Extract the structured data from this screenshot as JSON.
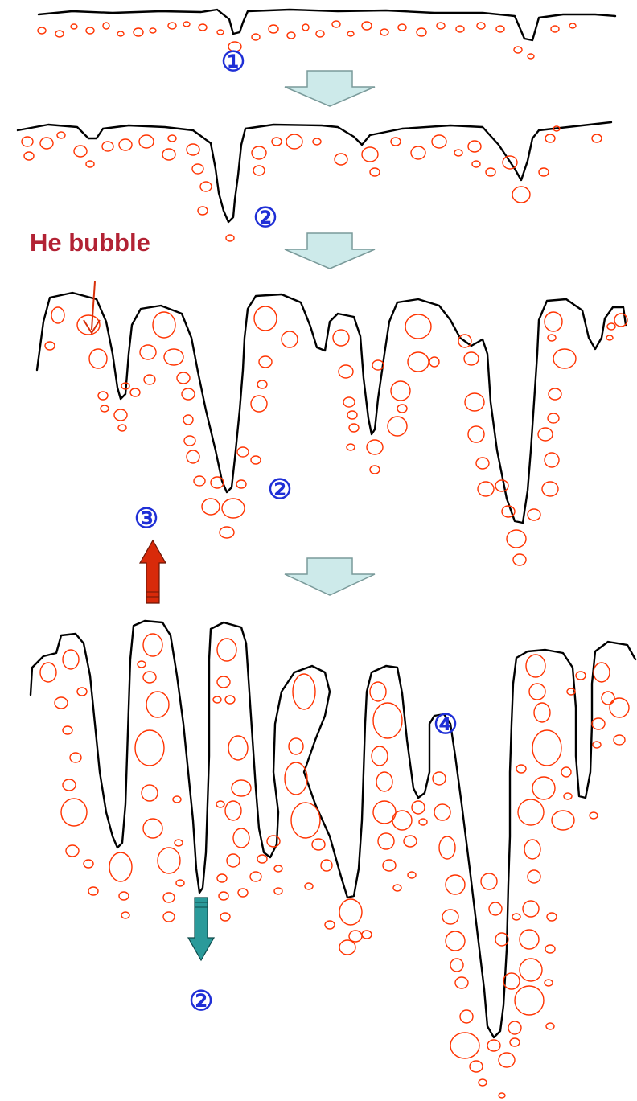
{
  "colors": {
    "surface": "#000000",
    "bubble": "#ff3300",
    "marker": "#1f2fd6",
    "label": "#b22234",
    "stage_arrow_fill": "#cdeaea",
    "stage_arrow_stroke": "#7a9a9a",
    "up_arrow": "#d82a0a",
    "down_arrow": "#2a9a9a"
  },
  "markers": [
    {
      "id": "m1",
      "text": "①"
    },
    {
      "id": "m2a",
      "text": "②"
    },
    {
      "id": "m2b",
      "text": "②"
    },
    {
      "id": "m3",
      "text": "③"
    },
    {
      "id": "m4",
      "text": "④"
    },
    {
      "id": "m2c",
      "text": "②"
    }
  ],
  "labels": {
    "he_bubble": "He bubble"
  },
  "icons": {
    "stage_arrow": "down-block-arrow-icon",
    "up_arrow": "up-arrow-icon",
    "down_arrow": "down-arrow-icon",
    "pointer": "pointer-arrow-icon"
  }
}
